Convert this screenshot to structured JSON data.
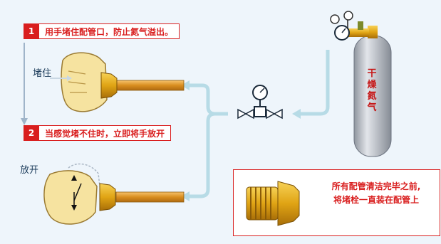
{
  "steps": [
    {
      "num": "1",
      "text": "用手堵住配管口，防止氮气溢出。"
    },
    {
      "num": "2",
      "text": "当感觉堵不住时，立即将手放开"
    }
  ],
  "labels": {
    "block": "堵住",
    "release": "放开"
  },
  "tank": {
    "text": "干燥氮气"
  },
  "note": {
    "line1": "所有配管清洁完毕之前,",
    "line2": "将堵栓一直装在配管上"
  },
  "colors": {
    "accent": "#d91e1e",
    "arrow": "#b7dbe6",
    "tank": "#b9bec6"
  }
}
